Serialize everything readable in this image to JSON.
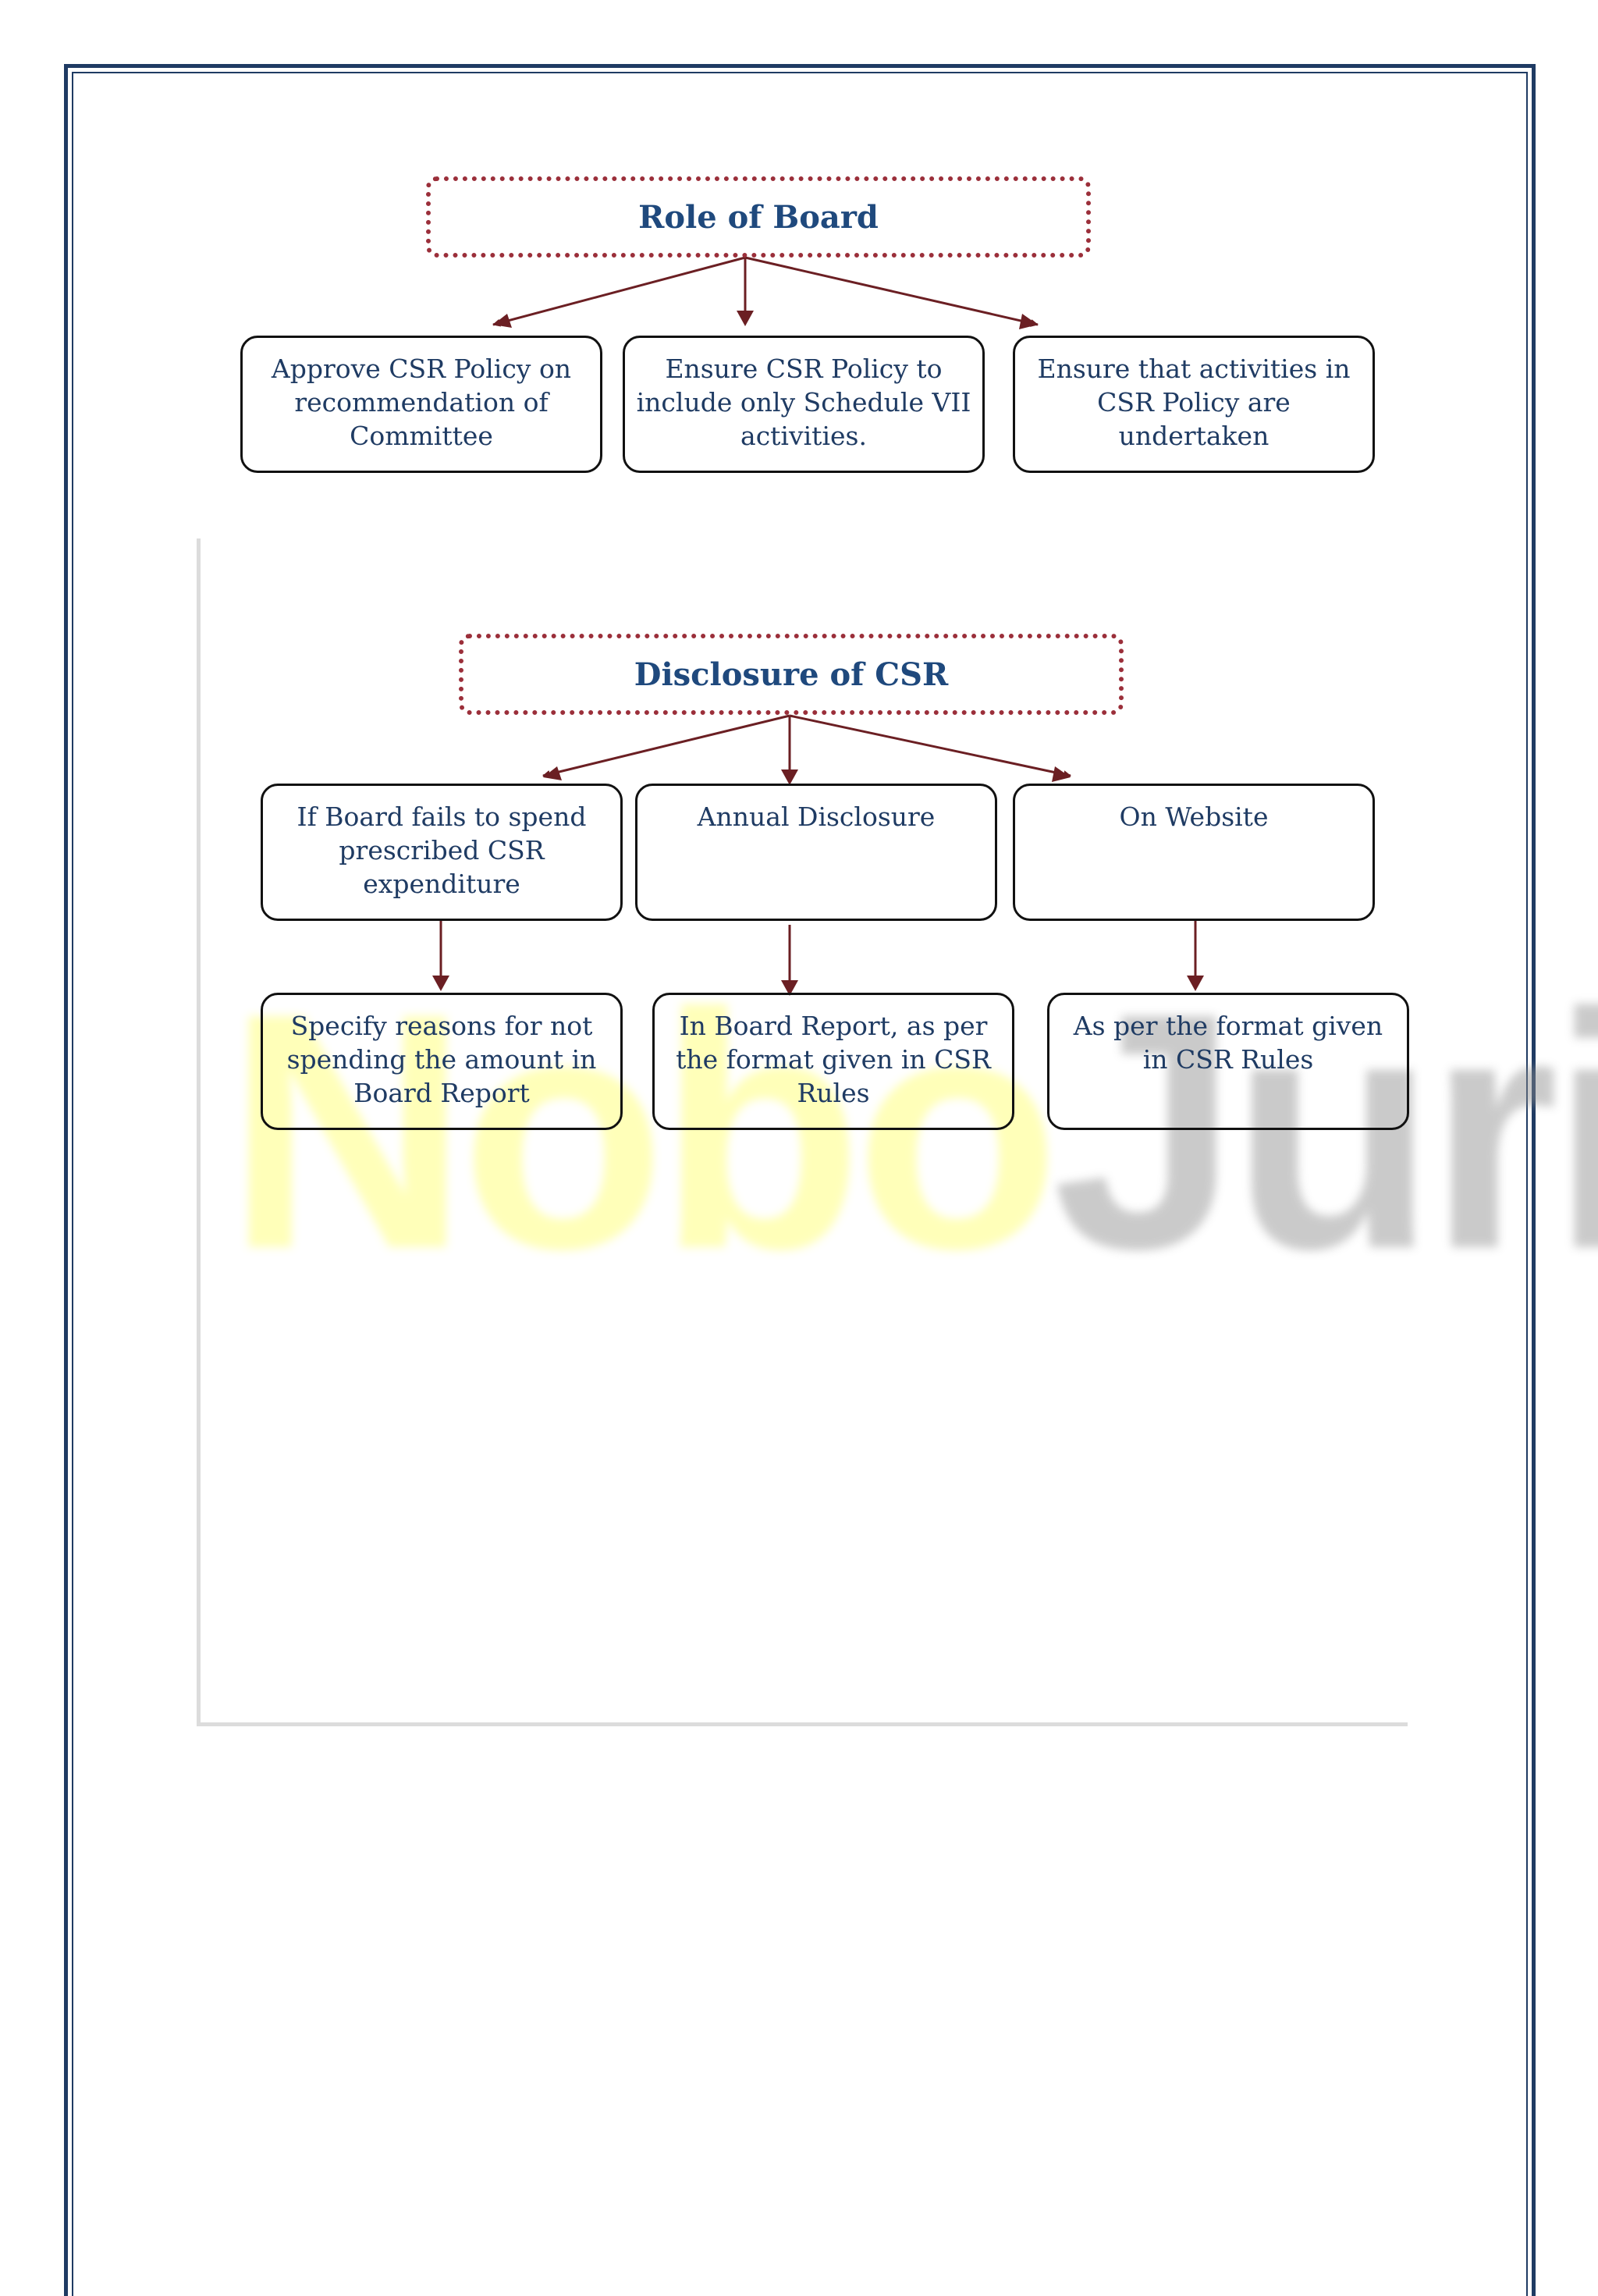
{
  "watermark": {
    "part1": "Nobo",
    "part2": "Juris"
  },
  "role_of_board": {
    "title": "Role of Board",
    "children": [
      "Approve CSR Policy on recommendation of Committee",
      "Ensure CSR Policy to include only Schedule VII activities.",
      "Ensure that activities in CSR Policy are undertaken"
    ]
  },
  "disclosure_of_csr": {
    "title": "Disclosure of CSR",
    "children": [
      "If Board fails to spend prescribed CSR expenditure",
      "Annual Disclosure",
      "On Website"
    ],
    "grandchildren": [
      "Specify reasons for not spending the amount in Board Report",
      "In Board Report, as per the format given in CSR Rules",
      "As per the format given in CSR Rules"
    ]
  },
  "colors": {
    "frame": "#1f3b63",
    "title_text": "#1f497d",
    "node_text": "#1f3b63",
    "dotted_border": "#9b2f3a",
    "arrow": "#6b1f23"
  }
}
